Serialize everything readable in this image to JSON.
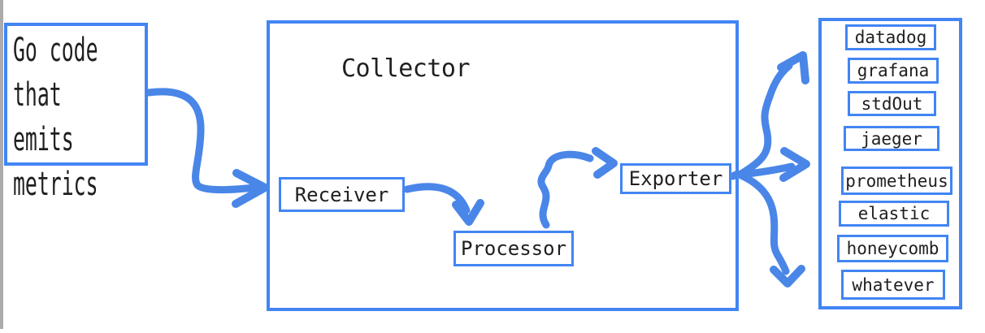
{
  "colors": {
    "accent": "#4285f4",
    "arrow": "#4a86e8",
    "text": "#1f1f1f",
    "edge_strip": "#ababab"
  },
  "source_note": {
    "text": "Go code\nthat emits\nmetrics"
  },
  "collector": {
    "title": "Collector",
    "stages": [
      {
        "label": "Receiver"
      },
      {
        "label": "Processor"
      },
      {
        "label": "Exporter"
      }
    ]
  },
  "sinks": {
    "items": [
      {
        "label": "datadog"
      },
      {
        "label": "grafana"
      },
      {
        "label": "stdOut"
      },
      {
        "label": "jaeger"
      },
      {
        "label": "prometheus"
      },
      {
        "label": "elastic"
      },
      {
        "label": "honeycomb"
      },
      {
        "label": "whatever"
      }
    ]
  },
  "edges": [
    {
      "from": "go-code-note",
      "to": "collector"
    },
    {
      "from": "receiver",
      "to": "processor"
    },
    {
      "from": "processor",
      "to": "exporter"
    },
    {
      "from": "exporter",
      "to": "sinks-top-group"
    },
    {
      "from": "exporter",
      "to": "sinks-middle-group"
    },
    {
      "from": "exporter",
      "to": "sinks-bottom-group"
    }
  ]
}
